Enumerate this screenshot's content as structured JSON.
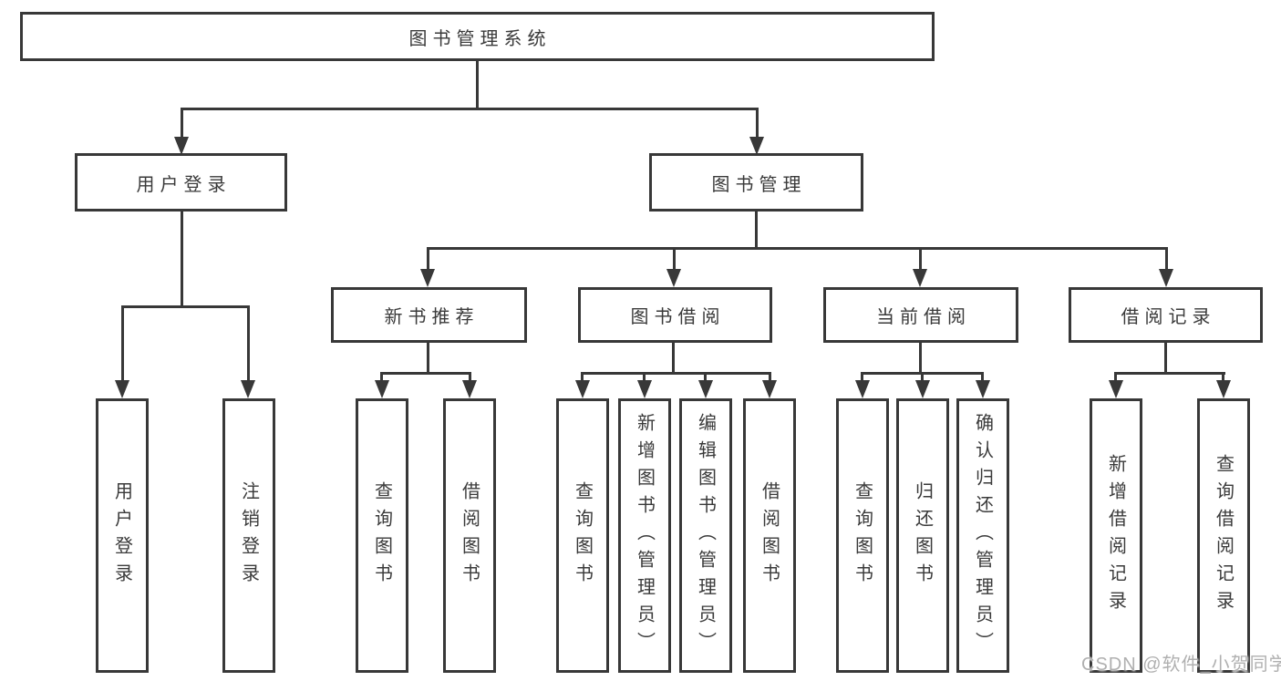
{
  "tree": {
    "label": "图书管理系统",
    "children": [
      {
        "label": "用户登录",
        "children": [
          {
            "label": "用户登录"
          },
          {
            "label": "注销登录"
          }
        ]
      },
      {
        "label": "图书管理",
        "children": [
          {
            "label": "新书推荐",
            "children": [
              {
                "label": "查询图书"
              },
              {
                "label": "借阅图书"
              }
            ]
          },
          {
            "label": "图书借阅",
            "children": [
              {
                "label": "查询图书"
              },
              {
                "label": "新增图书（管理员）"
              },
              {
                "label": "编辑图书（管理员）"
              },
              {
                "label": "借阅图书"
              }
            ]
          },
          {
            "label": "当前借阅",
            "children": [
              {
                "label": "查询图书"
              },
              {
                "label": "归还图书"
              },
              {
                "label": "确认归还（管理员）"
              }
            ]
          },
          {
            "label": "借阅记录",
            "children": [
              {
                "label": "新增借阅记录"
              },
              {
                "label": "查询借阅记录"
              }
            ]
          }
        ]
      }
    ]
  },
  "watermark": {
    "text": "CSDN @软件_小贺同学"
  },
  "colors": {
    "line": "#383838",
    "text": "#3a3a3a",
    "watermark": "#b0b0b0",
    "background": "#ffffff"
  }
}
